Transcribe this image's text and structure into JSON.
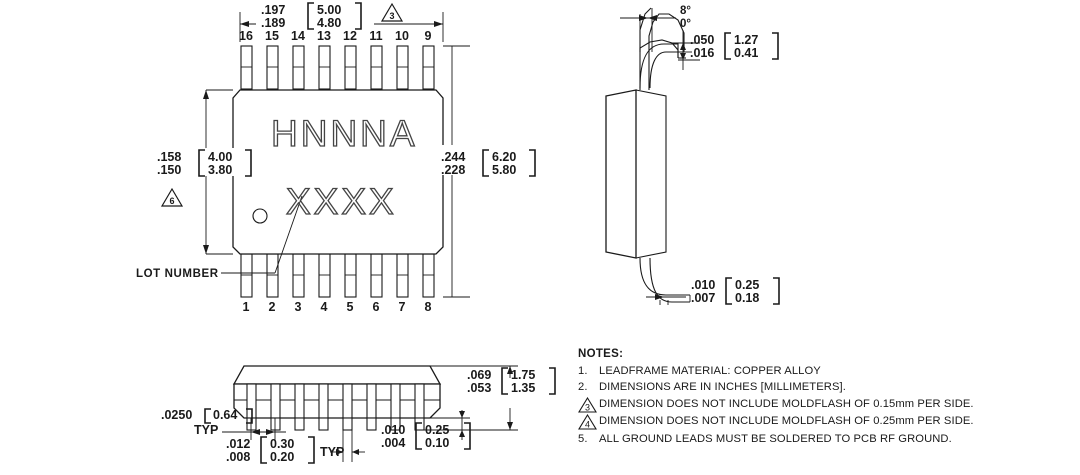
{
  "drawing": {
    "title": "16-lead package outline drawing",
    "ink_color": "#1a1a1a",
    "background": "#ffffff"
  },
  "top_view": {
    "name": "top-view",
    "marking_line_1": "HNNNA",
    "marking_line_2": "XXXX",
    "lot_number_label": "LOT  NUMBER",
    "pin_numbers_top": [
      "16",
      "15",
      "14",
      "13",
      "12",
      "11",
      "10",
      "9"
    ],
    "pin_numbers_bottom": [
      "1",
      "2",
      "3",
      "4",
      "5",
      "6",
      "7",
      "8"
    ],
    "dim_width": {
      "name": "body-width-dimension",
      "inch_max": ".197",
      "inch_min": ".189",
      "mm_max": "5.00",
      "mm_min": "4.80",
      "note_ref": "3"
    },
    "dim_body_height": {
      "name": "body-height-dimension",
      "inch_max": ".158",
      "inch_min": ".150",
      "mm_max": "4.00",
      "mm_min": "3.80",
      "note_ref": "6"
    },
    "dim_overall_height": {
      "name": "overall-height-dimension",
      "inch_max": ".244",
      "inch_min": ".228",
      "mm_max": "6.20",
      "mm_min": "5.80"
    }
  },
  "side_view": {
    "name": "side-view",
    "dim_lead_angle": {
      "name": "lead-angle-dimension",
      "max": "8°",
      "min": "0°"
    },
    "dim_lead_foot": {
      "name": "lead-foot-dimension",
      "inch_max": ".050",
      "inch_min": ".016",
      "mm_max": "1.27",
      "mm_min": "0.41"
    },
    "dim_lead_thickness": {
      "name": "lead-thickness-dimension",
      "inch_max": ".010",
      "inch_min": ".007",
      "mm_max": "0.25",
      "mm_min": "0.18"
    }
  },
  "front_view": {
    "name": "front-view",
    "dim_package_height": {
      "name": "package-height-dimension",
      "inch_max": ".069",
      "inch_min": ".053",
      "mm_max": "1.75",
      "mm_min": "1.35"
    },
    "dim_pitch": {
      "name": "lead-pitch-dimension",
      "inch": ".0250",
      "mm": "0.64",
      "typ": "TYP"
    },
    "dim_lead_width": {
      "name": "lead-width-dimension",
      "inch_max": ".012",
      "inch_min": ".008",
      "mm_max": "0.30",
      "mm_min": "0.20",
      "typ": "TYP"
    },
    "dim_standoff": {
      "name": "standoff-dimension",
      "inch_max": ".010",
      "inch_min": ".004",
      "mm_max": "0.25",
      "mm_min": "0.10"
    }
  },
  "notes": {
    "title": "NOTES:",
    "items": [
      {
        "num": "1.",
        "triangle": false,
        "text": "LEADFRAME MATERIAL: COPPER ALLOY"
      },
      {
        "num": "2.",
        "triangle": false,
        "text": "DIMENSIONS ARE IN INCHES [MILLIMETERS]."
      },
      {
        "num": "3",
        "triangle": true,
        "text": "DIMENSION DOES NOT INCLUDE MOLDFLASH OF 0.15mm PER SIDE."
      },
      {
        "num": "4",
        "triangle": true,
        "text": "DIMENSION DOES NOT INCLUDE MOLDFLASH OF 0.25mm PER SIDE."
      },
      {
        "num": "5.",
        "triangle": false,
        "text": "ALL GROUND LEADS MUST BE SOLDERED TO PCB RF GROUND."
      }
    ]
  }
}
